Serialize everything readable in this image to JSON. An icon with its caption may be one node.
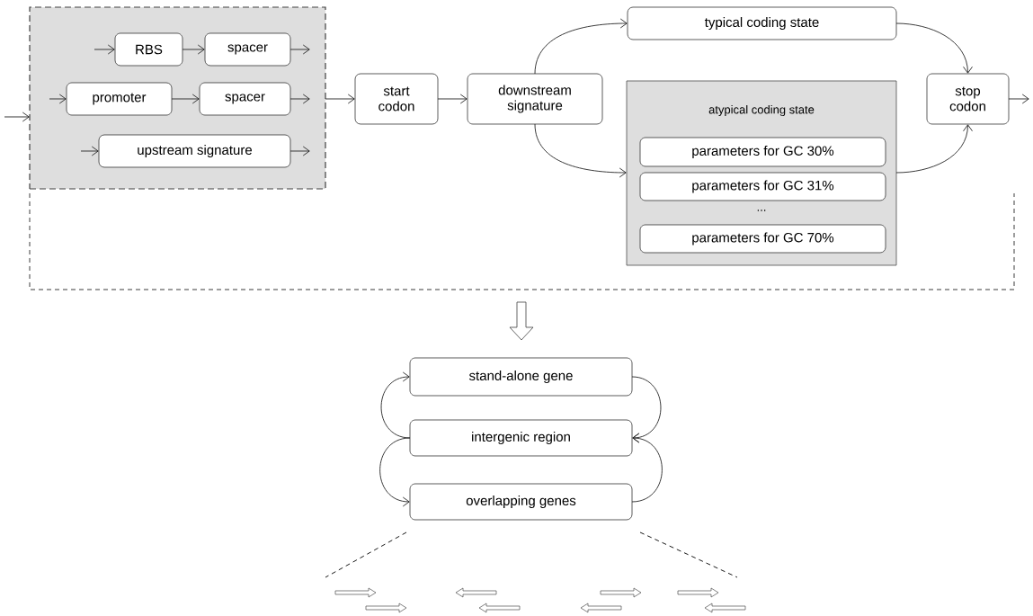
{
  "diagram": {
    "nodes": [
      {
        "text": [],
        "shape": "box"
      },
      {
        "text": [
          "RBS"
        ],
        "in": 0
      },
      {
        "text": [
          "spacer"
        ],
        "in": 0
      },
      {
        "text": [
          "promoter"
        ],
        "in": 0
      },
      {
        "text": [
          "spacer"
        ],
        "in": 0
      },
      {
        "text": [
          "upstream signature"
        ],
        "in": 0
      },
      {
        "text": [
          "start codon"
        ]
      },
      {
        "text": [
          "downstream signature"
        ]
      },
      {
        "text": [
          "typical coding state"
        ]
      },
      {
        "text": [
          "atypical coding state",
          "..."
        ]
      },
      {
        "text": [
          "parameters for GC 30%"
        ],
        "in": 9
      },
      {
        "text": [
          "parameters for GC 31%"
        ],
        "in": 9
      },
      {
        "text": [
          "parameters for GC 70%"
        ],
        "in": 9
      },
      {
        "text": [
          "stop codon"
        ]
      },
      {
        "text": [
          "stand-alone gene"
        ]
      },
      {
        "text": [
          "intergenic region"
        ]
      },
      {
        "text": [
          "overlapping genes"
        ]
      }
    ],
    "edges": [
      {
        "from": null,
        "to": 0,
        "arrow": "to"
      },
      {
        "from": null,
        "to": 1,
        "arrow": "to"
      },
      {
        "from": 1,
        "to": 2,
        "arrow": "to"
      },
      {
        "from": 2,
        "to": null,
        "arrow": "to"
      },
      {
        "from": null,
        "to": 3,
        "arrow": "to"
      },
      {
        "from": 3,
        "to": 4,
        "arrow": "to"
      },
      {
        "from": 4,
        "to": null,
        "arrow": "to"
      },
      {
        "from": null,
        "to": 5,
        "arrow": "to"
      },
      {
        "from": 5,
        "to": null,
        "arrow": "to"
      },
      {
        "from": 0,
        "to": 6,
        "arrow": "to"
      },
      {
        "from": 6,
        "to": 7,
        "arrow": "to"
      },
      {
        "from": 7,
        "to": 8,
        "arrow": "to"
      },
      {
        "from": 7,
        "to": 9,
        "arrow": "to"
      },
      {
        "from": 8,
        "to": 13,
        "arrow": "to"
      },
      {
        "from": 9,
        "to": 13,
        "arrow": "to"
      },
      {
        "from": 13,
        "to": null,
        "arrow": "to"
      },
      {
        "from": 15,
        "to": 14,
        "arrow": "to"
      },
      {
        "from": 14,
        "to": 15,
        "arrow": "to"
      },
      {
        "from": 15,
        "to": 16,
        "arrow": "to"
      },
      {
        "from": 16,
        "to": 15,
        "arrow": "to"
      }
    ]
  }
}
